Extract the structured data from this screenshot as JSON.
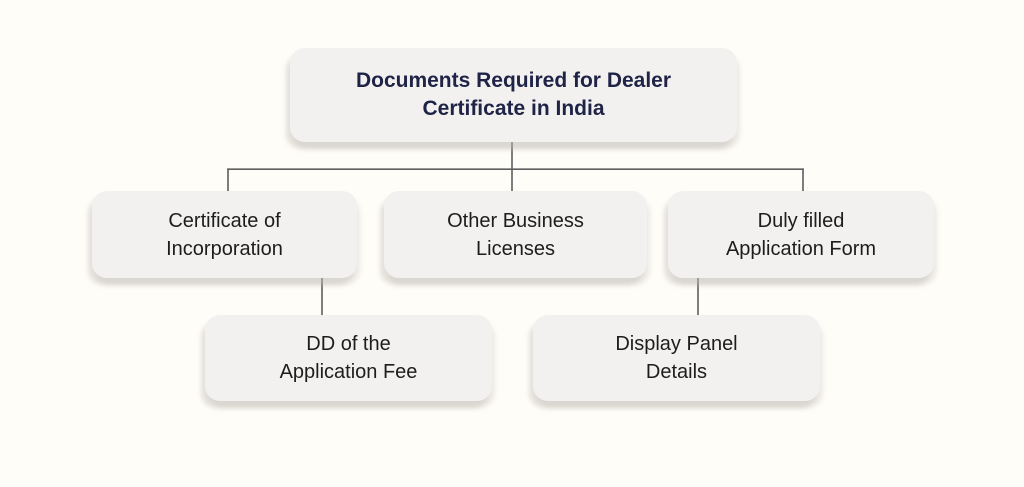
{
  "style": {
    "page_bg": "#fffdf8",
    "node_fill": "#f2f1ef",
    "connector_color": "#5f5f5f",
    "title_color": "#1f2447",
    "text_color": "#1d1d1d"
  },
  "nodes": {
    "root": {
      "line1": "Documents Required for Dealer",
      "line2": "Certificate in India"
    },
    "certificate": {
      "line1": "Certificate of",
      "line2": "Incorporation"
    },
    "licenses": {
      "line1": "Other Business",
      "line2": "Licenses"
    },
    "form": {
      "line1": "Duly filled",
      "line2": "Application Form"
    },
    "dd": {
      "line1": "DD of the",
      "line2": "Application Fee"
    },
    "display": {
      "line1": "Display Panel",
      "line2": "Details"
    }
  },
  "hierarchy": {
    "root": "Documents Required for Dealer Certificate in India",
    "children": [
      {
        "label": "Certificate of Incorporation",
        "children": [
          "DD of the Application Fee"
        ]
      },
      {
        "label": "Other Business Licenses",
        "children": []
      },
      {
        "label": "Duly filled Application Form",
        "children": [
          "Display Panel Details"
        ]
      }
    ]
  }
}
